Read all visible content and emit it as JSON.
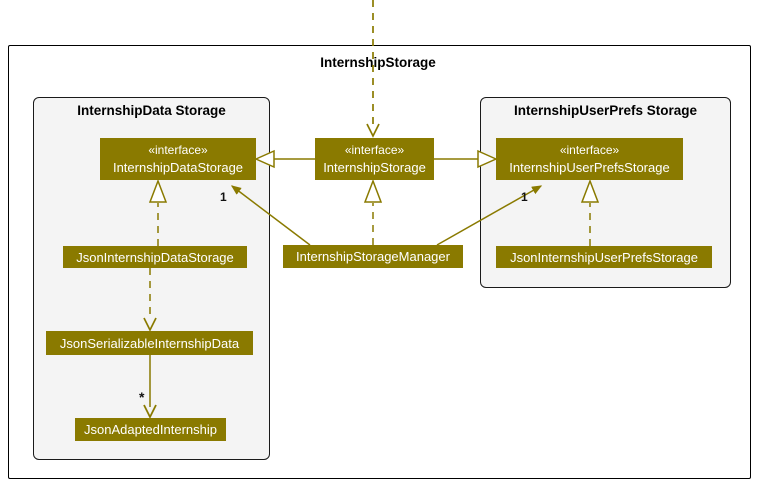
{
  "diagram": {
    "type": "uml-class-diagram",
    "colors": {
      "node_fill": "#8a7a00",
      "node_text": "#ffffff",
      "edge": "#8a7a00",
      "package_border": "#000000",
      "package_fill": "#f4f4f4",
      "outer_fill": "#ffffff",
      "label_text": "#000000",
      "background": "#ffffff"
    },
    "outer_package": {
      "title": "InternshipStorage"
    },
    "packages": [
      {
        "id": "data-storage",
        "title": "InternshipData Storage"
      },
      {
        "id": "userprefs-storage",
        "title": "InternshipUserPrefs Storage"
      }
    ],
    "nodes": [
      {
        "id": "internship-data-storage",
        "stereotype": "«interface»",
        "name": "InternshipDataStorage",
        "kind": "interface"
      },
      {
        "id": "internship-storage",
        "stereotype": "«interface»",
        "name": "InternshipStorage",
        "kind": "interface"
      },
      {
        "id": "internship-userprefs-storage",
        "stereotype": "«interface»",
        "name": "InternshipUserPrefsStorage",
        "kind": "interface"
      },
      {
        "id": "json-internship-data-storage",
        "stereotype": "",
        "name": "JsonInternshipDataStorage",
        "kind": "class"
      },
      {
        "id": "internship-storage-manager",
        "stereotype": "",
        "name": "InternshipStorageManager",
        "kind": "class"
      },
      {
        "id": "json-internship-userprefs-storage",
        "stereotype": "",
        "name": "JsonInternshipUserPrefsStorage",
        "kind": "class"
      },
      {
        "id": "json-serializable-internship-data",
        "stereotype": "",
        "name": "JsonSerializableInternshipData",
        "kind": "class"
      },
      {
        "id": "json-adapted-internship",
        "stereotype": "",
        "name": "JsonAdaptedInternship",
        "kind": "class"
      }
    ],
    "edge_labels": {
      "data_storage_multiplicity": "1",
      "userprefs_storage_multiplicity": "1",
      "adapted_internship_multiplicity": "*"
    },
    "relationships": [
      {
        "from": "internship-storage",
        "to": "internship-data-storage",
        "type": "generalization"
      },
      {
        "from": "internship-storage",
        "to": "internship-userprefs-storage",
        "type": "generalization"
      },
      {
        "from": "json-internship-data-storage",
        "to": "internship-data-storage",
        "type": "realization"
      },
      {
        "from": "internship-storage-manager",
        "to": "internship-storage",
        "type": "realization"
      },
      {
        "from": "json-internship-userprefs-storage",
        "to": "internship-userprefs-storage",
        "type": "realization"
      },
      {
        "from": "internship-storage-manager",
        "to": "internship-data-storage",
        "type": "association",
        "label": "1"
      },
      {
        "from": "internship-storage-manager",
        "to": "internship-userprefs-storage",
        "type": "association",
        "label": "1"
      },
      {
        "from": "json-internship-data-storage",
        "to": "json-serializable-internship-data",
        "type": "dependency"
      },
      {
        "from": "json-serializable-internship-data",
        "to": "json-adapted-internship",
        "type": "association",
        "label": "*"
      },
      {
        "from": "external",
        "to": "internship-storage",
        "type": "dependency"
      }
    ]
  }
}
